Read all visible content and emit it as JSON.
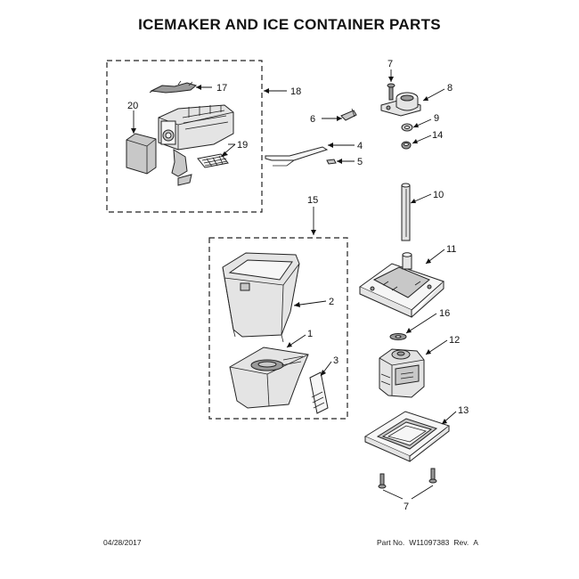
{
  "title": "ICEMAKER AND ICE CONTAINER PARTS",
  "footer": {
    "date": "04/28/2017",
    "part_no_label": "Part No.",
    "part_no": "W11097383",
    "rev_label": "Rev.",
    "rev": "A"
  },
  "callouts": {
    "c1": "1",
    "c2": "2",
    "c3": "3",
    "c4": "4",
    "c5": "5",
    "c6": "6",
    "c7_top": "7",
    "c7_bottom": "7",
    "c8": "8",
    "c9": "9",
    "c10": "10",
    "c11": "11",
    "c12": "12",
    "c13": "13",
    "c14": "14",
    "c15": "15",
    "c16": "16",
    "c17": "17",
    "c18": "18",
    "c19": "19",
    "c20": "20"
  }
}
